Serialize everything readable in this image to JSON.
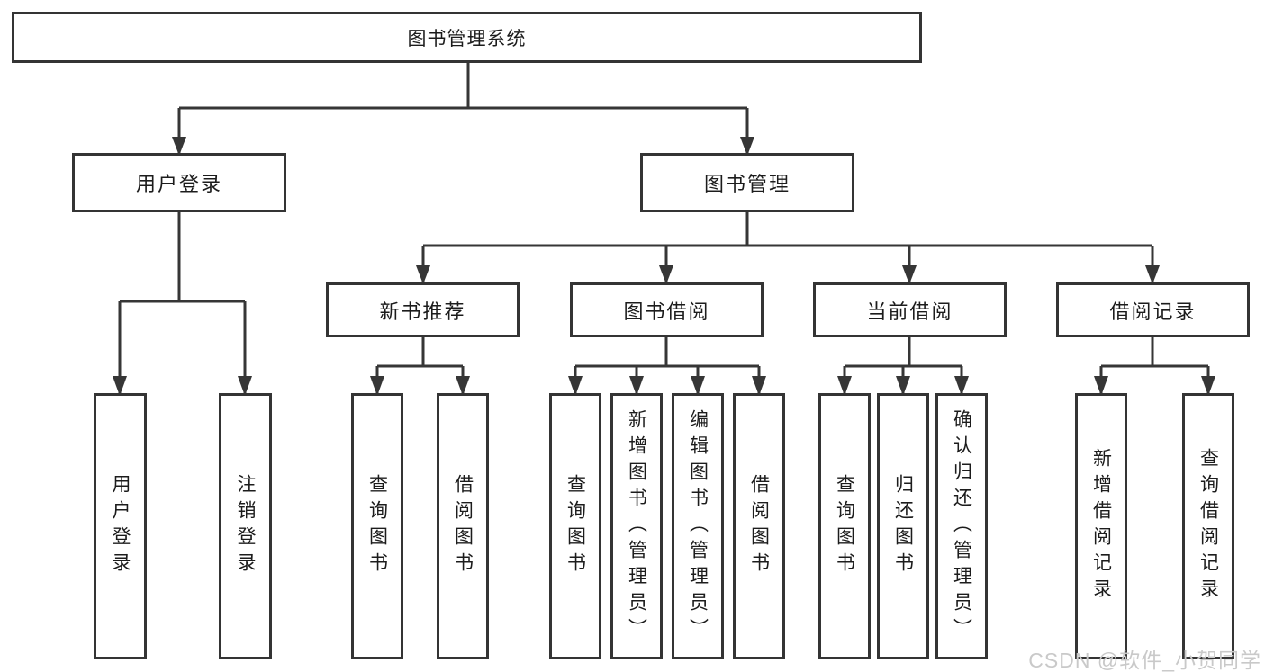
{
  "colors": {
    "line": "#363636",
    "border": "#343434",
    "text": "#1c1c1c",
    "watermark_color": "#c9c9c9",
    "background": "#ffffff"
  },
  "watermark": "CSDN @软件_小贺同学",
  "tree": {
    "root": "图书管理系统",
    "user_login": {
      "label": "用户登录",
      "children": [
        "用户登录",
        "注销登录"
      ]
    },
    "book_mgmt": {
      "label": "图书管理",
      "groups": [
        {
          "label": "新书推荐",
          "children": [
            "查询图书",
            "借阅图书"
          ]
        },
        {
          "label": "图书借阅",
          "children": [
            "查询图书",
            "新增图书（管理员）",
            "编辑图书（管理员）",
            "借阅图书"
          ]
        },
        {
          "label": "当前借阅",
          "children": [
            "查询图书",
            "归还图书",
            "确认归还（管理员）"
          ]
        },
        {
          "label": "借阅记录",
          "children": [
            "新增借阅记录",
            "查询借阅记录"
          ]
        }
      ]
    }
  }
}
